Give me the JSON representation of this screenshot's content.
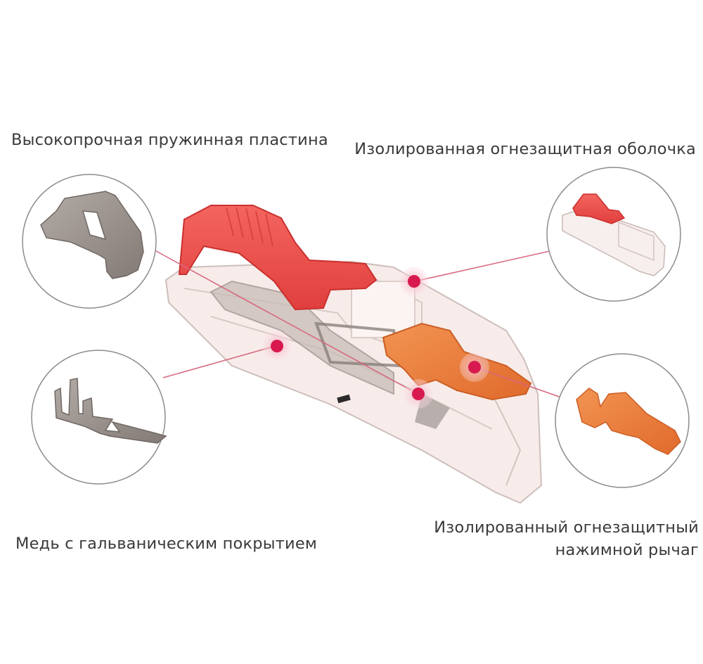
{
  "labels": {
    "spring_plate": "Высокопрочная пружинная пластина",
    "insulated_shell": "Изолированная огнезащитная оболочка",
    "copper_plated": "Медь с гальваническим покрытием",
    "lever_line1": "Изолированный огнезащитный",
    "lever_line2": "нажимной рычаг"
  },
  "colors": {
    "callout_dot": "#d8194f",
    "callout_line": "#d8647d",
    "housing_red": "#f0524e",
    "lever_orange": "#ef8340",
    "metal_grey": "#8d8480",
    "label_text": "#3a3a3a"
  }
}
